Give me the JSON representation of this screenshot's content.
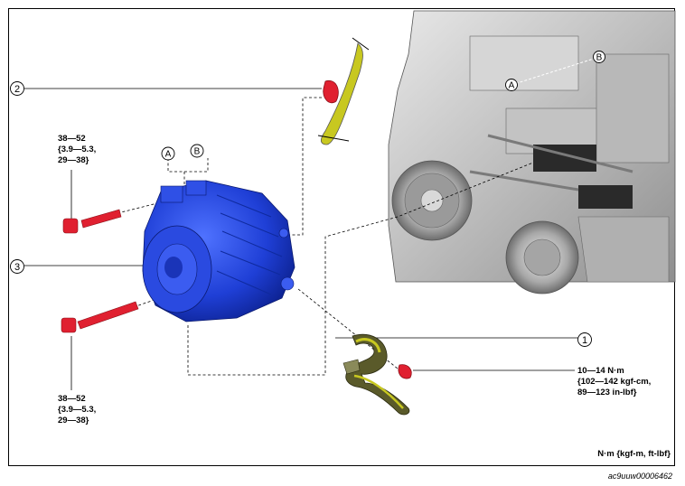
{
  "callouts": [
    {
      "label": "1"
    },
    {
      "label": "2"
    },
    {
      "label": "3"
    }
  ],
  "reference_letters": {
    "alternator": [
      "A",
      "B"
    ],
    "engine": [
      "A",
      "B"
    ]
  },
  "torque_specs": {
    "upper_bolt": [
      "38—52",
      "{3.9—5.3,",
      "29—38}"
    ],
    "lower_bolt": [
      "38—52",
      "{3.9—5.3,",
      "29—38}"
    ],
    "terminal_nut": [
      "10—14 N·m",
      "{102—142 kgf-cm,",
      "89—123 in-lbf}"
    ]
  },
  "units_note": "N·m {kgf-m, ft-lbf}",
  "document_id": "ac9uuw00006462",
  "colors": {
    "alternator": "#1f3fd6",
    "fastener": "#e02030",
    "harness": "#c8c820",
    "engine": "#c9c9c9"
  }
}
